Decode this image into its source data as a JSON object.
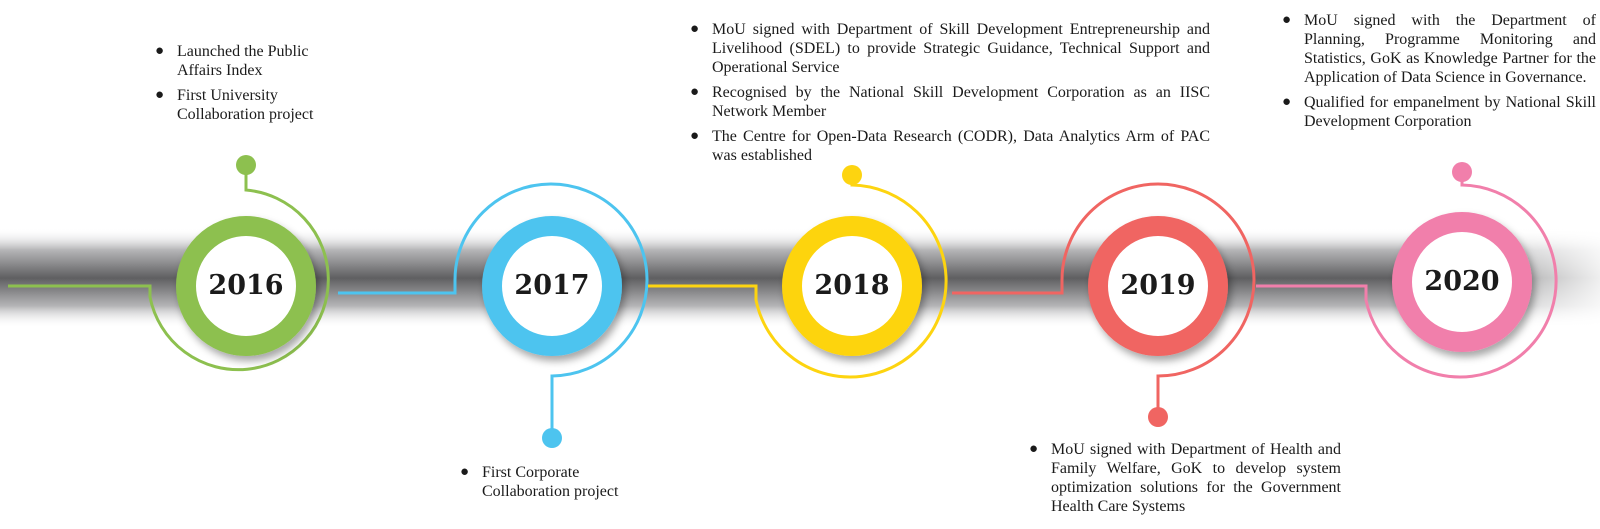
{
  "colors": {
    "green": "#8dc04f",
    "blue": "#4dc4ef",
    "yellow": "#fdd410",
    "red": "#f06562",
    "pink": "#f17fab",
    "band": "#6b6b6d"
  },
  "milestones": [
    {
      "year": "2016",
      "color": "green",
      "notes": [
        "Launched the Public Affairs Index",
        "First University Collaboration project"
      ]
    },
    {
      "year": "2017",
      "color": "blue",
      "notes": [
        "First Corporate Collaboration project"
      ]
    },
    {
      "year": "2018",
      "color": "yellow",
      "notes": [
        "MoU signed with Department of Skill Development Entrepreneurship and Livelihood (SDEL) to provide Strategic Guidance, Technical Support and Operational Service",
        "Recognised by the National Skill Development Corporation as an IISC Network Member",
        "The Centre for Open-Data Research (CODR), Data Analytics Arm of PAC was established"
      ]
    },
    {
      "year": "2019",
      "color": "red",
      "notes": [
        "MoU signed with Department of Health and Family Welfare, GoK to develop system optimization solutions for the Government Health Care Systems"
      ]
    },
    {
      "year": "2020",
      "color": "pink",
      "notes": [
        "MoU signed with the Department of Planning, Programme Monitoring and Statistics, GoK as Knowledge Partner for the Application of Data Science in Governance.",
        "Qualified for empanelment by National Skill Development Corporation"
      ]
    }
  ]
}
